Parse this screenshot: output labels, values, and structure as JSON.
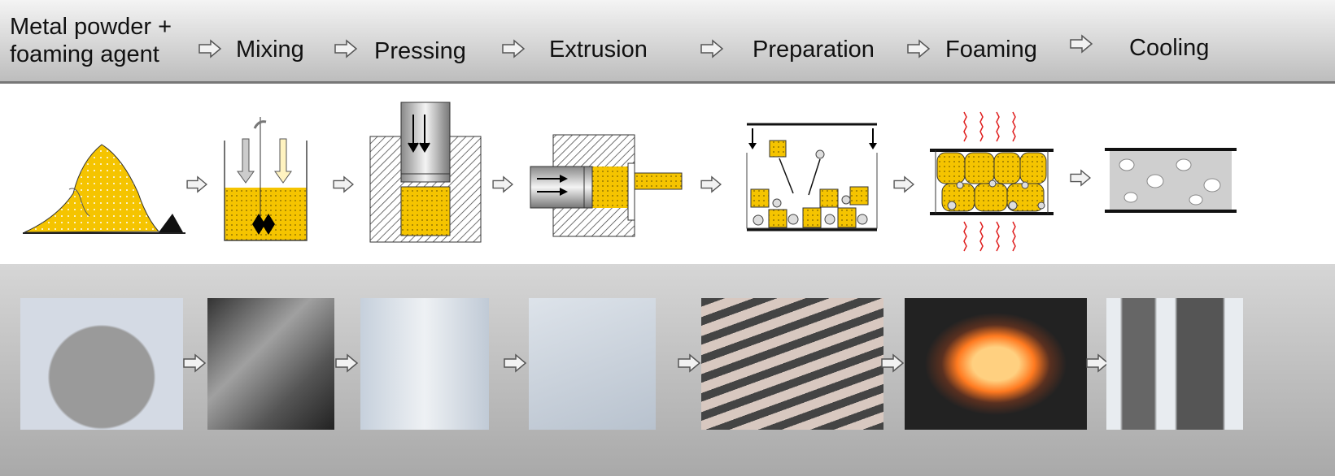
{
  "steps": [
    {
      "label_line1": "Metal powder +",
      "label_line2": "foaming agent"
    },
    {
      "label": "Mixing"
    },
    {
      "label": "Pressing"
    },
    {
      "label": "Extrusion"
    },
    {
      "label": "Preparation"
    },
    {
      "label": "Foaming"
    },
    {
      "label": "Cooling"
    }
  ],
  "colors": {
    "powder": "#f5c400",
    "hatch": "#555555",
    "heat": "#e02020"
  }
}
